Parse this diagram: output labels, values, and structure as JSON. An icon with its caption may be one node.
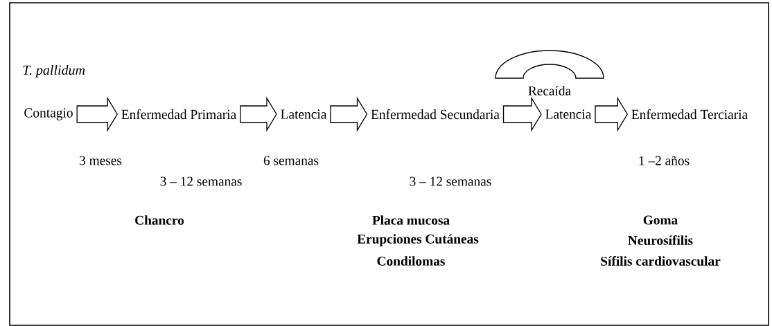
{
  "diagram": {
    "title": "T. pallidum",
    "nodes": [
      {
        "text": [
          "Contagio"
        ]
      },
      {
        "text": [
          "Enfermedad Primaria"
        ]
      },
      {
        "text": [
          "Latencia"
        ]
      },
      {
        "text": [
          "Enfermedad Secundaria"
        ]
      },
      {
        "text": [
          "Latencia"
        ]
      },
      {
        "text": [
          "Enfermedad Terciaria"
        ]
      }
    ],
    "edges": [
      {
        "from": 0,
        "to": 1,
        "arrow": "to"
      },
      {
        "from": 1,
        "to": 2,
        "arrow": "to"
      },
      {
        "from": 2,
        "to": 3,
        "arrow": "to"
      },
      {
        "from": 3,
        "to": 4,
        "arrow": "to"
      },
      {
        "from": 4,
        "to": 5,
        "arrow": "to"
      }
    ],
    "labels": [
      "Recaída",
      "3 meses",
      "6 semanas",
      "1 –2 años",
      "3 – 12 semanas",
      "3 – 12 semanas",
      "Chancro",
      "Placa mucosa",
      "Goma",
      "Erupciones Cutáneas",
      "Neurosífilis",
      "Condilomas",
      "Sífilis cardiovascular"
    ]
  }
}
